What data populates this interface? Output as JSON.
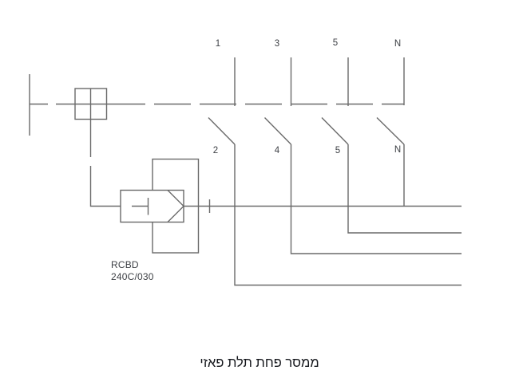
{
  "diagram": {
    "caption": "ממסר פחת תלת פאזי",
    "device": {
      "name": "RCBD",
      "rating": "240C/030"
    },
    "terminals_top": [
      "1",
      "3",
      "5",
      "N"
    ],
    "terminals_bottom": [
      "2",
      "4",
      "5",
      "N"
    ]
  },
  "colors": {
    "line": "#6a6a6a",
    "label": "#3c3f44",
    "caption": "#15171c",
    "background": "#ffffff"
  }
}
